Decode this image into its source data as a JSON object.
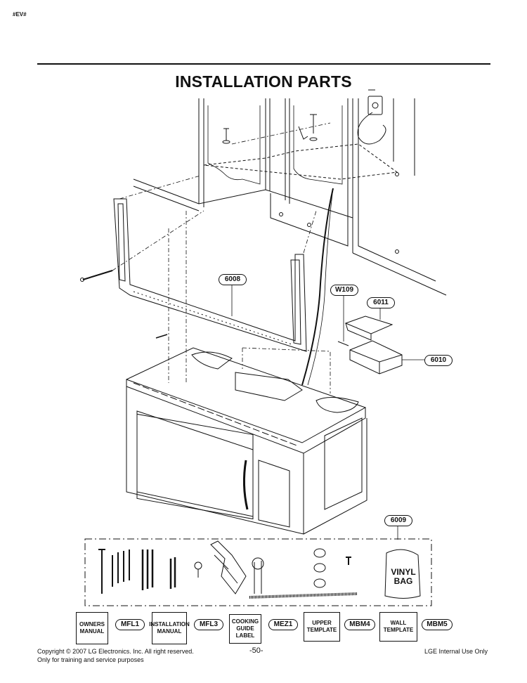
{
  "header": {
    "tag": "#EV#",
    "title": "INSTALLATION PARTS"
  },
  "callouts": {
    "p6008": "6008",
    "w109": "W109",
    "p6011": "6011",
    "p6010": "6010",
    "p6009": "6009"
  },
  "vinyl_bag": {
    "line1": "VINYL",
    "line2": "BAG"
  },
  "documents": [
    {
      "label_line1": "OWNERS",
      "label_line2": "MANUAL",
      "label_line3": "",
      "code": "MFL1"
    },
    {
      "label_line1": "INSTALLATION",
      "label_line2": "MANUAL",
      "label_line3": "",
      "code": "MFL3"
    },
    {
      "label_line1": "COOKING",
      "label_line2": "GUIDE",
      "label_line3": "LABEL",
      "code": "MEZ1"
    },
    {
      "label_line1": "UPPER",
      "label_line2": "TEMPLATE",
      "label_line3": "",
      "code": "MBM4"
    },
    {
      "label_line1": "WALL",
      "label_line2": "TEMPLATE",
      "label_line3": "",
      "code": "MBM5"
    }
  ],
  "footer": {
    "copyright": "Copyright © 2007 LG Electronics. Inc. All right reserved.",
    "training": "Only for training and service purposes",
    "page": "-50-",
    "internal": "LGE Internal Use Only"
  }
}
